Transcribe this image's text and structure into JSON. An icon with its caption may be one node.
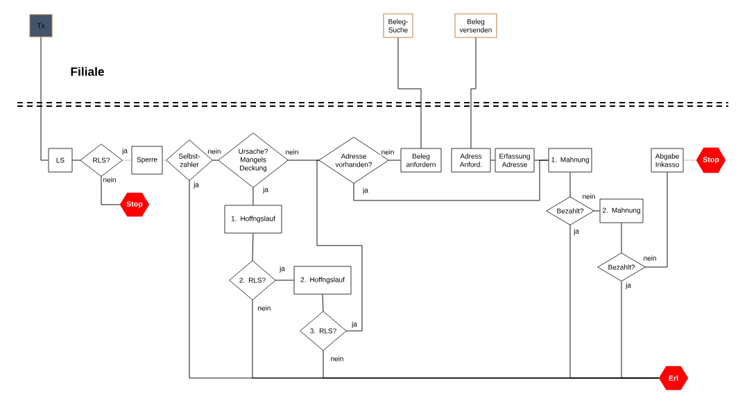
{
  "diagram": {
    "nodes": [
      {
        "text": [
          "Tx"
        ]
      },
      {
        "text": [
          "Beleg-Suche"
        ]
      },
      {
        "text": [
          "Beleg versenden"
        ]
      },
      {
        "text": [
          "LS"
        ]
      },
      {
        "text": [
          "RLS?"
        ]
      },
      {
        "text": [
          "Sperre"
        ]
      },
      {
        "text": [
          "Selbst-zahler"
        ]
      },
      {
        "text": [
          "Ursache? Mangels Deckung"
        ]
      },
      {
        "text": [
          "Adresse vorhanden?"
        ]
      },
      {
        "text": [
          "Beleg anfordern"
        ]
      },
      {
        "text": [
          "Adress Anford."
        ]
      },
      {
        "text": [
          "Erfassung Adresse"
        ]
      },
      {
        "text": [
          "1. Mahnung"
        ]
      },
      {
        "text": [
          "Abgabe Inkasso"
        ]
      },
      {
        "text": [
          "Stop"
        ]
      },
      {
        "text": [
          "Stop"
        ]
      },
      {
        "text": [
          "1. Hoffngslauf"
        ]
      },
      {
        "text": [
          "Bezahlt?"
        ]
      },
      {
        "text": [
          "2. Mahnung"
        ]
      },
      {
        "text": [
          "2. RLS?"
        ]
      },
      {
        "text": [
          "2. Hoffngslauf"
        ]
      },
      {
        "text": [
          "Bezahlt?"
        ]
      },
      {
        "text": [
          "3. RLS?"
        ]
      },
      {
        "text": [
          "Erl"
        ]
      }
    ],
    "edges": [
      {
        "from": 0,
        "to": 3,
        "arrow": "none"
      },
      {
        "from": 1,
        "to": 9,
        "arrow": "none"
      },
      {
        "from": 2,
        "to": 10,
        "arrow": "none"
      },
      {
        "from": 3,
        "to": 4,
        "arrow": "none"
      },
      {
        "from": 4,
        "to": 5,
        "arrow": "none",
        "label": "ja",
        "color": "#e8a87c"
      },
      {
        "from": 4,
        "to": 15,
        "arrow": "none",
        "label": "nein"
      },
      {
        "from": 5,
        "to": 6,
        "arrow": "none",
        "color": "#e8a87c"
      },
      {
        "from": 6,
        "to": 7,
        "arrow": "none",
        "label": "nein"
      },
      {
        "from": 6,
        "to": 23,
        "arrow": "none",
        "label": "ja"
      },
      {
        "from": 7,
        "to": 8,
        "arrow": "none",
        "label": "nein"
      },
      {
        "from": 7,
        "to": 16,
        "arrow": "none",
        "label": "ja"
      },
      {
        "from": 16,
        "to": 19,
        "arrow": "none"
      },
      {
        "from": 19,
        "to": 20,
        "arrow": "none",
        "label": "ja"
      },
      {
        "from": 19,
        "to": 23,
        "arrow": "none",
        "label": "nein"
      },
      {
        "from": 20,
        "to": 22,
        "arrow": "none"
      },
      {
        "from": 22,
        "to": 8,
        "arrow": "none",
        "label": "ja"
      },
      {
        "from": 22,
        "to": 23,
        "arrow": "none",
        "label": "nein"
      },
      {
        "from": 8,
        "to": 9,
        "arrow": "none",
        "label": "nein"
      },
      {
        "from": 8,
        "to": 12,
        "arrow": "none",
        "label": "ja"
      },
      {
        "from": 10,
        "to": 11,
        "arrow": "none"
      },
      {
        "from": 11,
        "to": 12,
        "arrow": "none"
      },
      {
        "from": 12,
        "to": 17,
        "arrow": "none"
      },
      {
        "from": 17,
        "to": 18,
        "arrow": "none",
        "label": "nein"
      },
      {
        "from": 17,
        "to": 23,
        "arrow": "none",
        "label": "ja"
      },
      {
        "from": 18,
        "to": 21,
        "arrow": "none"
      },
      {
        "from": 21,
        "to": 13,
        "arrow": "none",
        "label": "nein"
      },
      {
        "from": 21,
        "to": 23,
        "arrow": "none",
        "label": "ja"
      },
      {
        "from": 13,
        "to": 14,
        "arrow": "none",
        "color": "#e8a87c"
      }
    ],
    "labels": [
      "Filiale"
    ]
  }
}
